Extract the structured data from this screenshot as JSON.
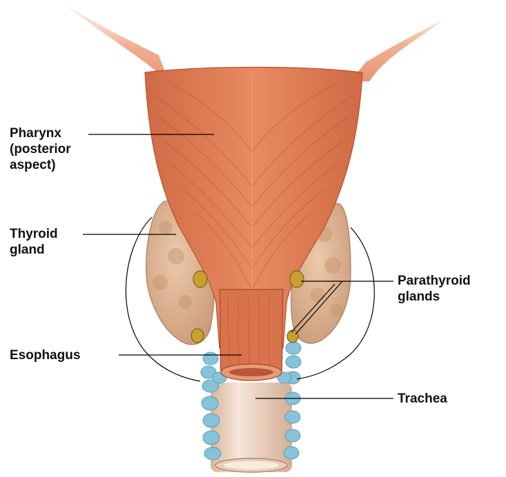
{
  "labels": {
    "pharynx": "Pharynx\n(posterior\naspect)",
    "thyroid": "Thyroid\ngland",
    "esophagus": "Esophagus",
    "parathyroid": "Parathyroid\nglands",
    "trachea": "Trachea"
  },
  "colors": {
    "muscle": "#e07a55",
    "muscle_dark": "#b8502f",
    "gland": "#d9b090",
    "gland_shadow": "#b98a68",
    "parathyroid": "#c9a030",
    "cartilage": "#86c3d8",
    "trachea": "#efd9c8",
    "leader_line": "#000000"
  }
}
